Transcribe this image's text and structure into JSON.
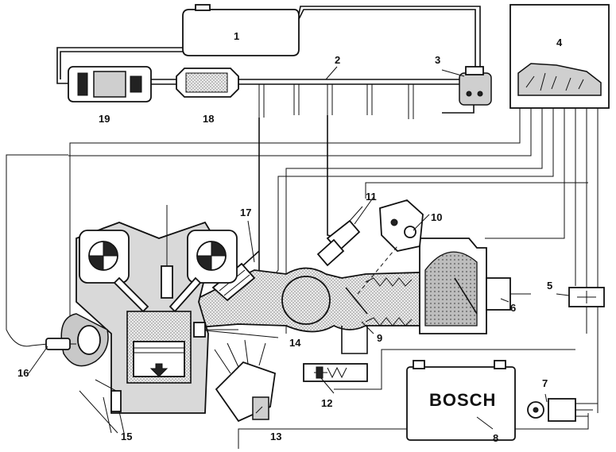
{
  "diagram": {
    "brand_label": "BOSCH",
    "callouts": [
      "1",
      "2",
      "3",
      "4",
      "5",
      "6",
      "7",
      "8",
      "9",
      "10",
      "11",
      "12",
      "13",
      "14",
      "15",
      "16",
      "17",
      "18",
      "19"
    ]
  }
}
